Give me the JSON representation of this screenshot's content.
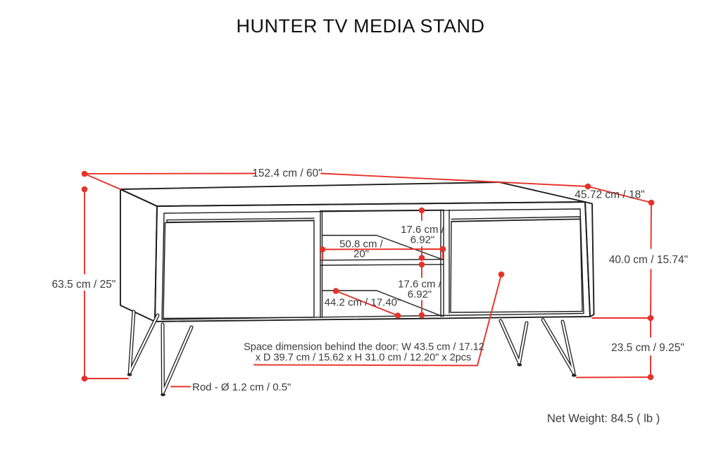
{
  "title": "HUNTER TV MEDIA STAND",
  "labels": {
    "overall_width": "152.4 cm / 60\"",
    "depth": "45.72 cm / 18\"",
    "overall_height": "63.5 cm / 25\"",
    "upper_opening_height_1": "17.6 cm /",
    "upper_opening_height_2": "6.92\"",
    "center_opening_width_1": "50.8 cm /",
    "center_opening_width_2": "20\"",
    "lower_opening_height_1": "17.6 cm /",
    "lower_opening_height_2": "6.92\"",
    "shelf_width": "44.2 cm / 17.40\"",
    "right_cabinet_height": "40.0 cm / 15.74\"",
    "leg_height": "23.5 cm / 9.25\"",
    "door_space_1": "Space dimension behind the door:  W 43.5 cm / 17.12",
    "door_space_2": "x D 39.7 cm / 15.62 x H 31.0 cm / 12.20\" x 2pcs",
    "rod_diameter": "Rod - Ø 1.2 cm / 0.5\"",
    "net_weight": "Net Weight: 84.5 ( lb )"
  },
  "colors": {
    "dimension_red": "#e63229",
    "line_black": "#1e1e1e",
    "label_gray": "#3b3b3b"
  }
}
